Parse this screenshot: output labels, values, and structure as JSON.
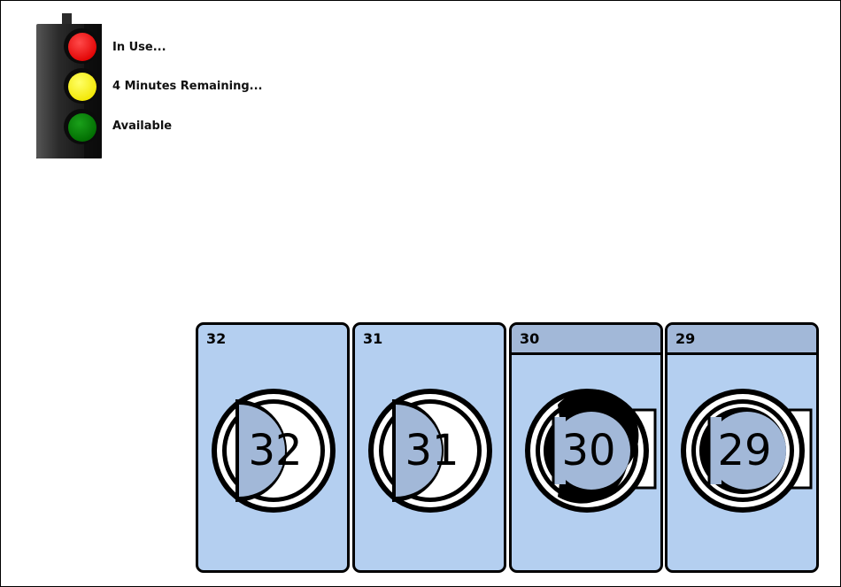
{
  "legend": {
    "items": [
      {
        "label": "In Use...",
        "color": "#ff0000",
        "state": "in-use"
      },
      {
        "label": "4 Minutes Remaining...",
        "color": "#ffff00",
        "state": "almost-done"
      },
      {
        "label": "Available",
        "color": "#008000",
        "state": "available"
      }
    ]
  },
  "colors": {
    "machine_body": "#b4cff0",
    "machine_panel": "#a2b8d8",
    "drum_glass": "#a2b8d8"
  },
  "machines": [
    {
      "id": "32",
      "drum_number": "32",
      "type": "washer"
    },
    {
      "id": "31",
      "drum_number": "31",
      "type": "washer"
    },
    {
      "id": "30",
      "drum_number": "30",
      "type": "dryer"
    },
    {
      "id": "29",
      "drum_number": "29",
      "type": "dryer"
    }
  ]
}
